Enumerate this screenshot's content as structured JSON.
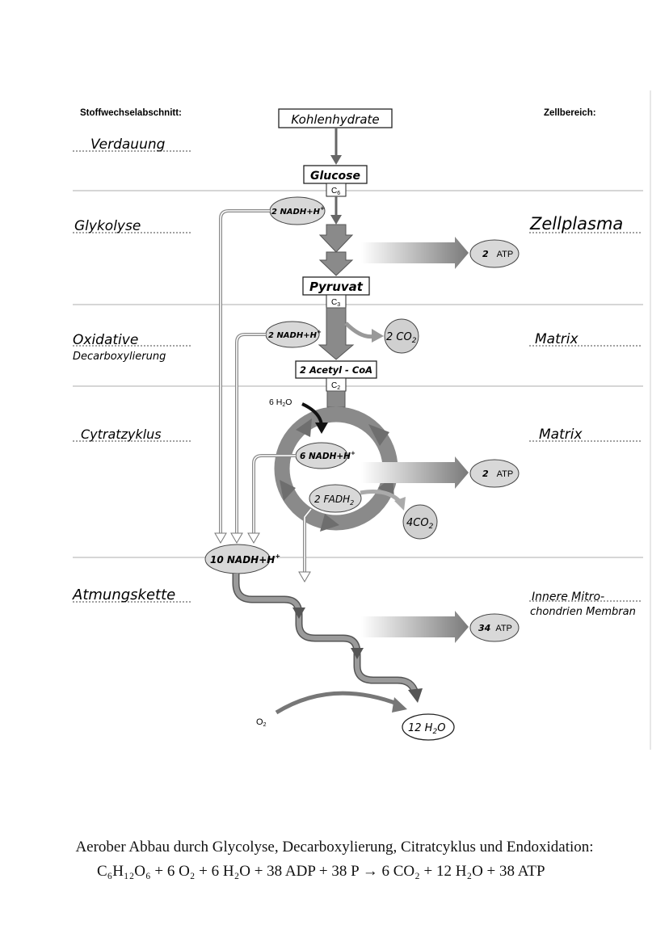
{
  "headers": {
    "left": "Stoffwechselabschnitt:",
    "right": "Zellbereich:"
  },
  "stages": {
    "verdauung": "Verdauung",
    "glykolyse": "Glykolyse",
    "oxidative": "Oxidative",
    "decarboxylierung": "Decarboxylierung",
    "citratzyklus": "Cytratzyklus",
    "atmungskette": "Atmungskette"
  },
  "regions": {
    "zellplasma": "Zellplasma",
    "matrix1": "Matrix",
    "matrix2": "Matrix",
    "membran1": "Innere Mitro-",
    "membran2": "chondrien Membran"
  },
  "molecules": {
    "kohlenhydrate": "Kohlenhydrate",
    "glucose": "Glucose",
    "c6": "C",
    "c6_sub": "6",
    "pyruvat": "Pyruvat",
    "c3": "C",
    "c3_sub": "3",
    "acetyl": "2 Acetyl - CoA",
    "c2": "C",
    "c2_sub": "2",
    "water_in": "6 H",
    "water_in_sub": "2",
    "water_in_o": "O",
    "o2": "O",
    "o2_sub": "2"
  },
  "ovals": {
    "nadh_glyk": "2 NADH+H",
    "nadh_ox": "2 NADH+H",
    "co2_ox": "2 CO",
    "co2_ox_sub": "2",
    "nadh_cit": "6 NADH+H",
    "fadh": "2 FADH",
    "fadh_sub": "2",
    "co2_cit": "4CO",
    "co2_cit_sub": "2",
    "nadh_total": "10 NADH+H",
    "h2o_out": "12 H",
    "h2o_out_sub": "2",
    "h2o_out_o": "O",
    "plus": "+"
  },
  "atp": {
    "glyk": "2",
    "cit": "2",
    "kette": "34",
    "unit": "ATP"
  },
  "caption": {
    "line1": "Aerober Abbau durch Glycolyse, Decarboxylierung, Citratcyklus und Endoxidation:",
    "line2": "C₆H₁₂O₆ + 6 O₂ + 6 H₂O + 38 ADP + 38 P → 6 CO₂ + 12 H₂O + 38 ATP"
  }
}
